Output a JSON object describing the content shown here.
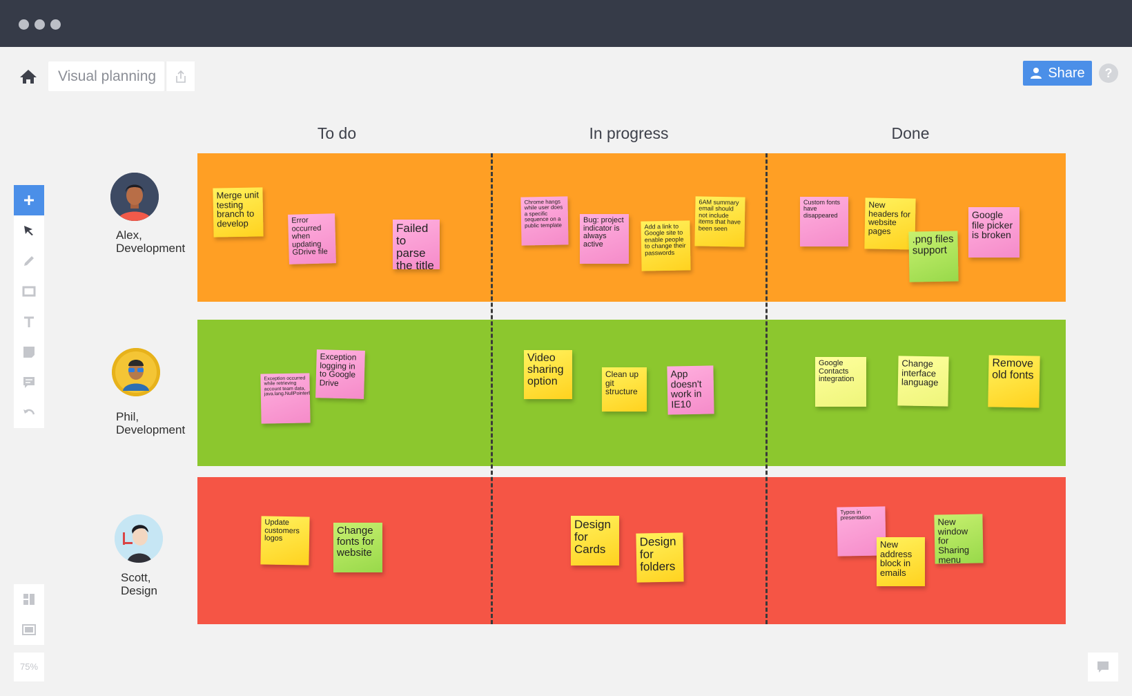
{
  "app": {
    "board_title": "Visual planning",
    "share_label": "Share",
    "help_label": "?",
    "zoom_level": "75%"
  },
  "columns": [
    "To do",
    "In progress",
    "Done"
  ],
  "lanes": [
    {
      "name": "Alex,",
      "role": "Development",
      "color": "#ff9f24"
    },
    {
      "name": "Phil,",
      "role": "Development",
      "color": "#8cc72e"
    },
    {
      "name": "Scott,",
      "role": "Design",
      "color": "#f55545"
    }
  ],
  "notes": {
    "alex": [
      "Merge unit testing branch to develop",
      "Error occurred when updating GDrive file",
      "Failed to parse the title",
      "Chrome hangs while user does a specific sequence on a public template",
      "Bug: project indicator is always active",
      "Add a link to Google site to enable people to change their passwords",
      "6AM summary email should not include items that have been seen",
      "Custom fonts have disappeared",
      "New headers for website pages",
      ".png files support",
      "Google file picker is broken"
    ],
    "phil": [
      "Exception occurred while retrieving account team data, java.lang.NullPointerException",
      "Exception logging in to Google Drive",
      "Video sharing option",
      "Clean up git structure",
      "App doesn't work in IE10",
      "Google Contacts integration",
      "Change interface language",
      "Remove old fonts"
    ],
    "scott": [
      "Update customers logos",
      "Change fonts for website",
      "Design for Cards",
      "Design for folders",
      "Typos in presentation",
      "New address block in emails",
      "New window for Sharing menu"
    ]
  }
}
